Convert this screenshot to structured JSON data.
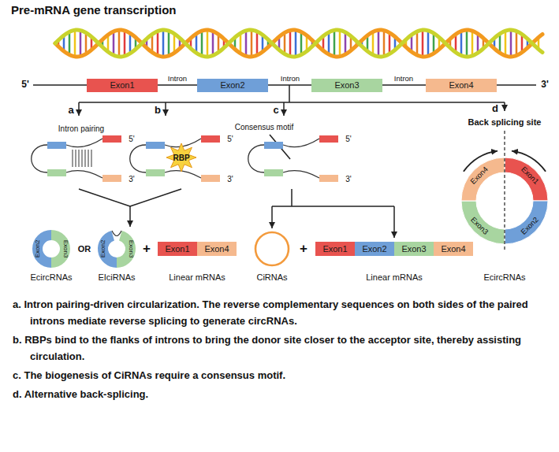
{
  "diagram": {
    "title": "Pre-mRNA gene transcription",
    "nodes": [
      {
        "text": [
          "Exon1"
        ]
      },
      {
        "text": [
          "Exon2"
        ]
      },
      {
        "text": [
          "Exon3"
        ]
      },
      {
        "text": [
          "Exon4"
        ]
      },
      {
        "text": [
          "Exon1"
        ]
      },
      {
        "text": [
          "Exon4"
        ]
      },
      {
        "text": [
          "Exon1"
        ]
      },
      {
        "text": [
          "Exon2"
        ]
      },
      {
        "text": [
          "Exon3"
        ]
      },
      {
        "text": [
          "Exon4"
        ]
      }
    ],
    "labels": [
      "5'",
      "Intron",
      "Intron",
      "Intron",
      "3'",
      "a",
      "b",
      "c",
      "d",
      "Intron pairing",
      "5'",
      "3'",
      "RBP",
      "5'",
      "3'",
      "Consensus motif",
      "5'",
      "3'",
      "Back splicing site",
      "Exon4",
      "Exon1",
      "Exon3",
      "Exon2",
      "Exon2",
      "Exon3",
      "OR",
      "Exon2",
      "Exon3",
      "+",
      "+",
      "EcircRNAs",
      "EIciRNAs",
      "Linear mRNAs",
      "CiRNAs",
      "Linear mRNAs",
      "EcircRNAs",
      "a. Intron pairing-driven circularization. The reverse complementary sequences on both sides of the paired introns mediate reverse splicing to generate circRNAs.",
      "b. RBPs bind to the flanks of introns to bring the donor site closer to the acceptor site, thereby assisting circulation.",
      "c. The biogenesis of CiRNAs require a consensus motif.",
      "d. Alternative back-splicing."
    ]
  }
}
